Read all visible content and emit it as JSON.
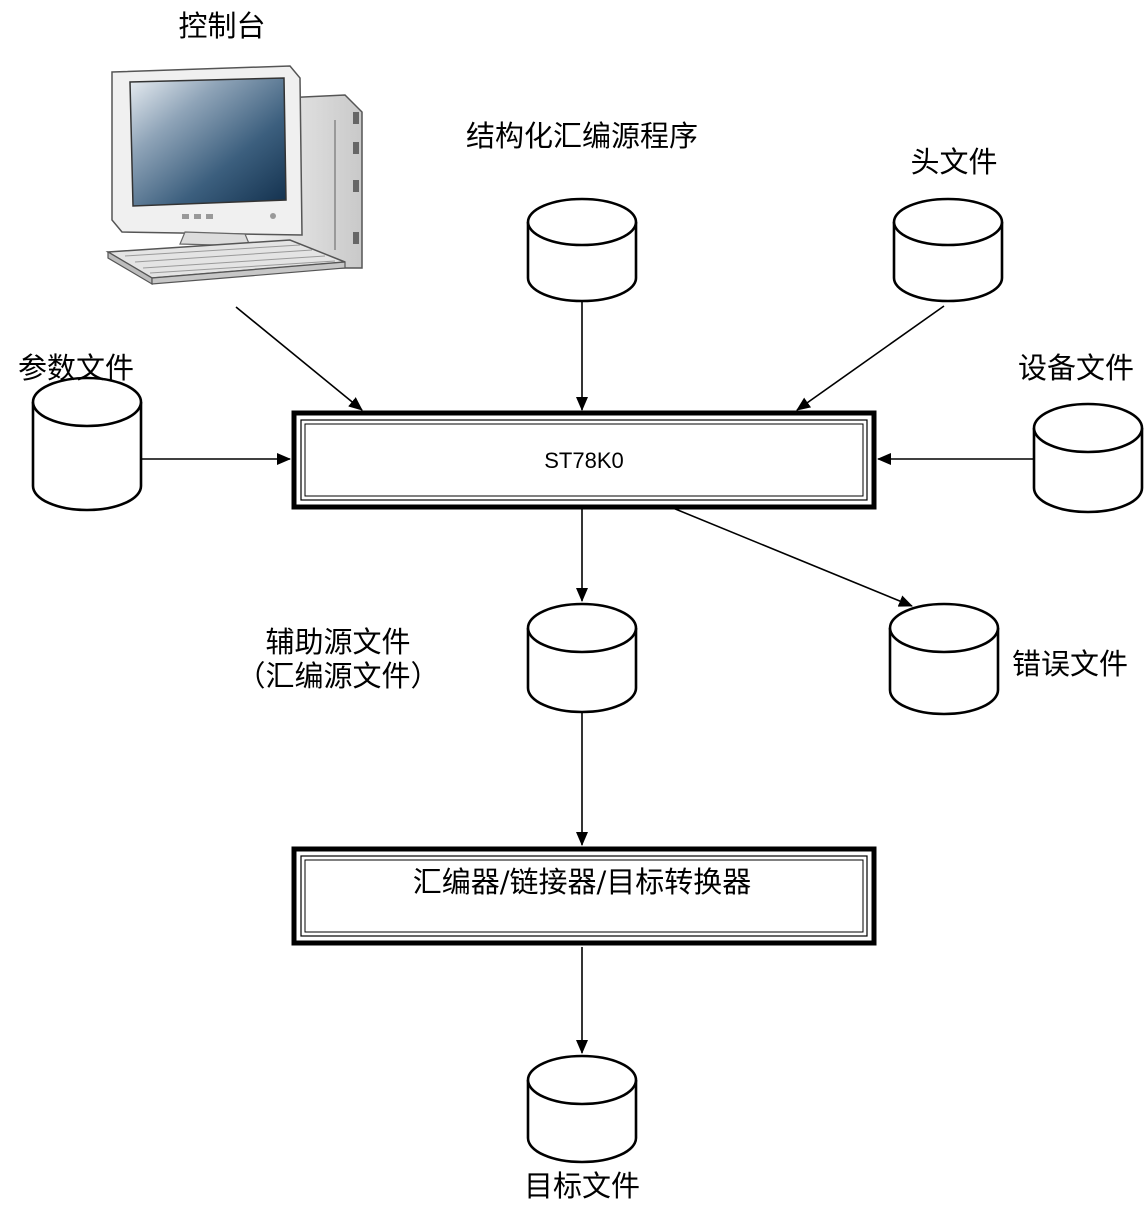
{
  "nodes": {
    "console": {
      "label": "控制台"
    },
    "structured_source": {
      "label": "结构化汇编源程序"
    },
    "header_file": {
      "label": "头文件"
    },
    "param_file": {
      "label": "参数文件"
    },
    "device_file": {
      "label": "设备文件"
    },
    "st78k0": {
      "label": "ST78K0"
    },
    "aux_source": {
      "label_line1": "辅助源文件",
      "label_line2": "（汇编源文件）"
    },
    "error_file": {
      "label": "错误文件"
    },
    "assembler": {
      "label": "汇编器/链接器/目标转换器"
    },
    "object_file": {
      "label": "目标文件"
    }
  },
  "edges": [
    {
      "from": "console",
      "to": "st78k0"
    },
    {
      "from": "structured_source",
      "to": "st78k0"
    },
    {
      "from": "header_file",
      "to": "st78k0"
    },
    {
      "from": "param_file",
      "to": "st78k0"
    },
    {
      "from": "device_file",
      "to": "st78k0"
    },
    {
      "from": "st78k0",
      "to": "aux_source"
    },
    {
      "from": "st78k0",
      "to": "error_file"
    },
    {
      "from": "aux_source",
      "to": "assembler"
    },
    {
      "from": "assembler",
      "to": "object_file"
    }
  ]
}
